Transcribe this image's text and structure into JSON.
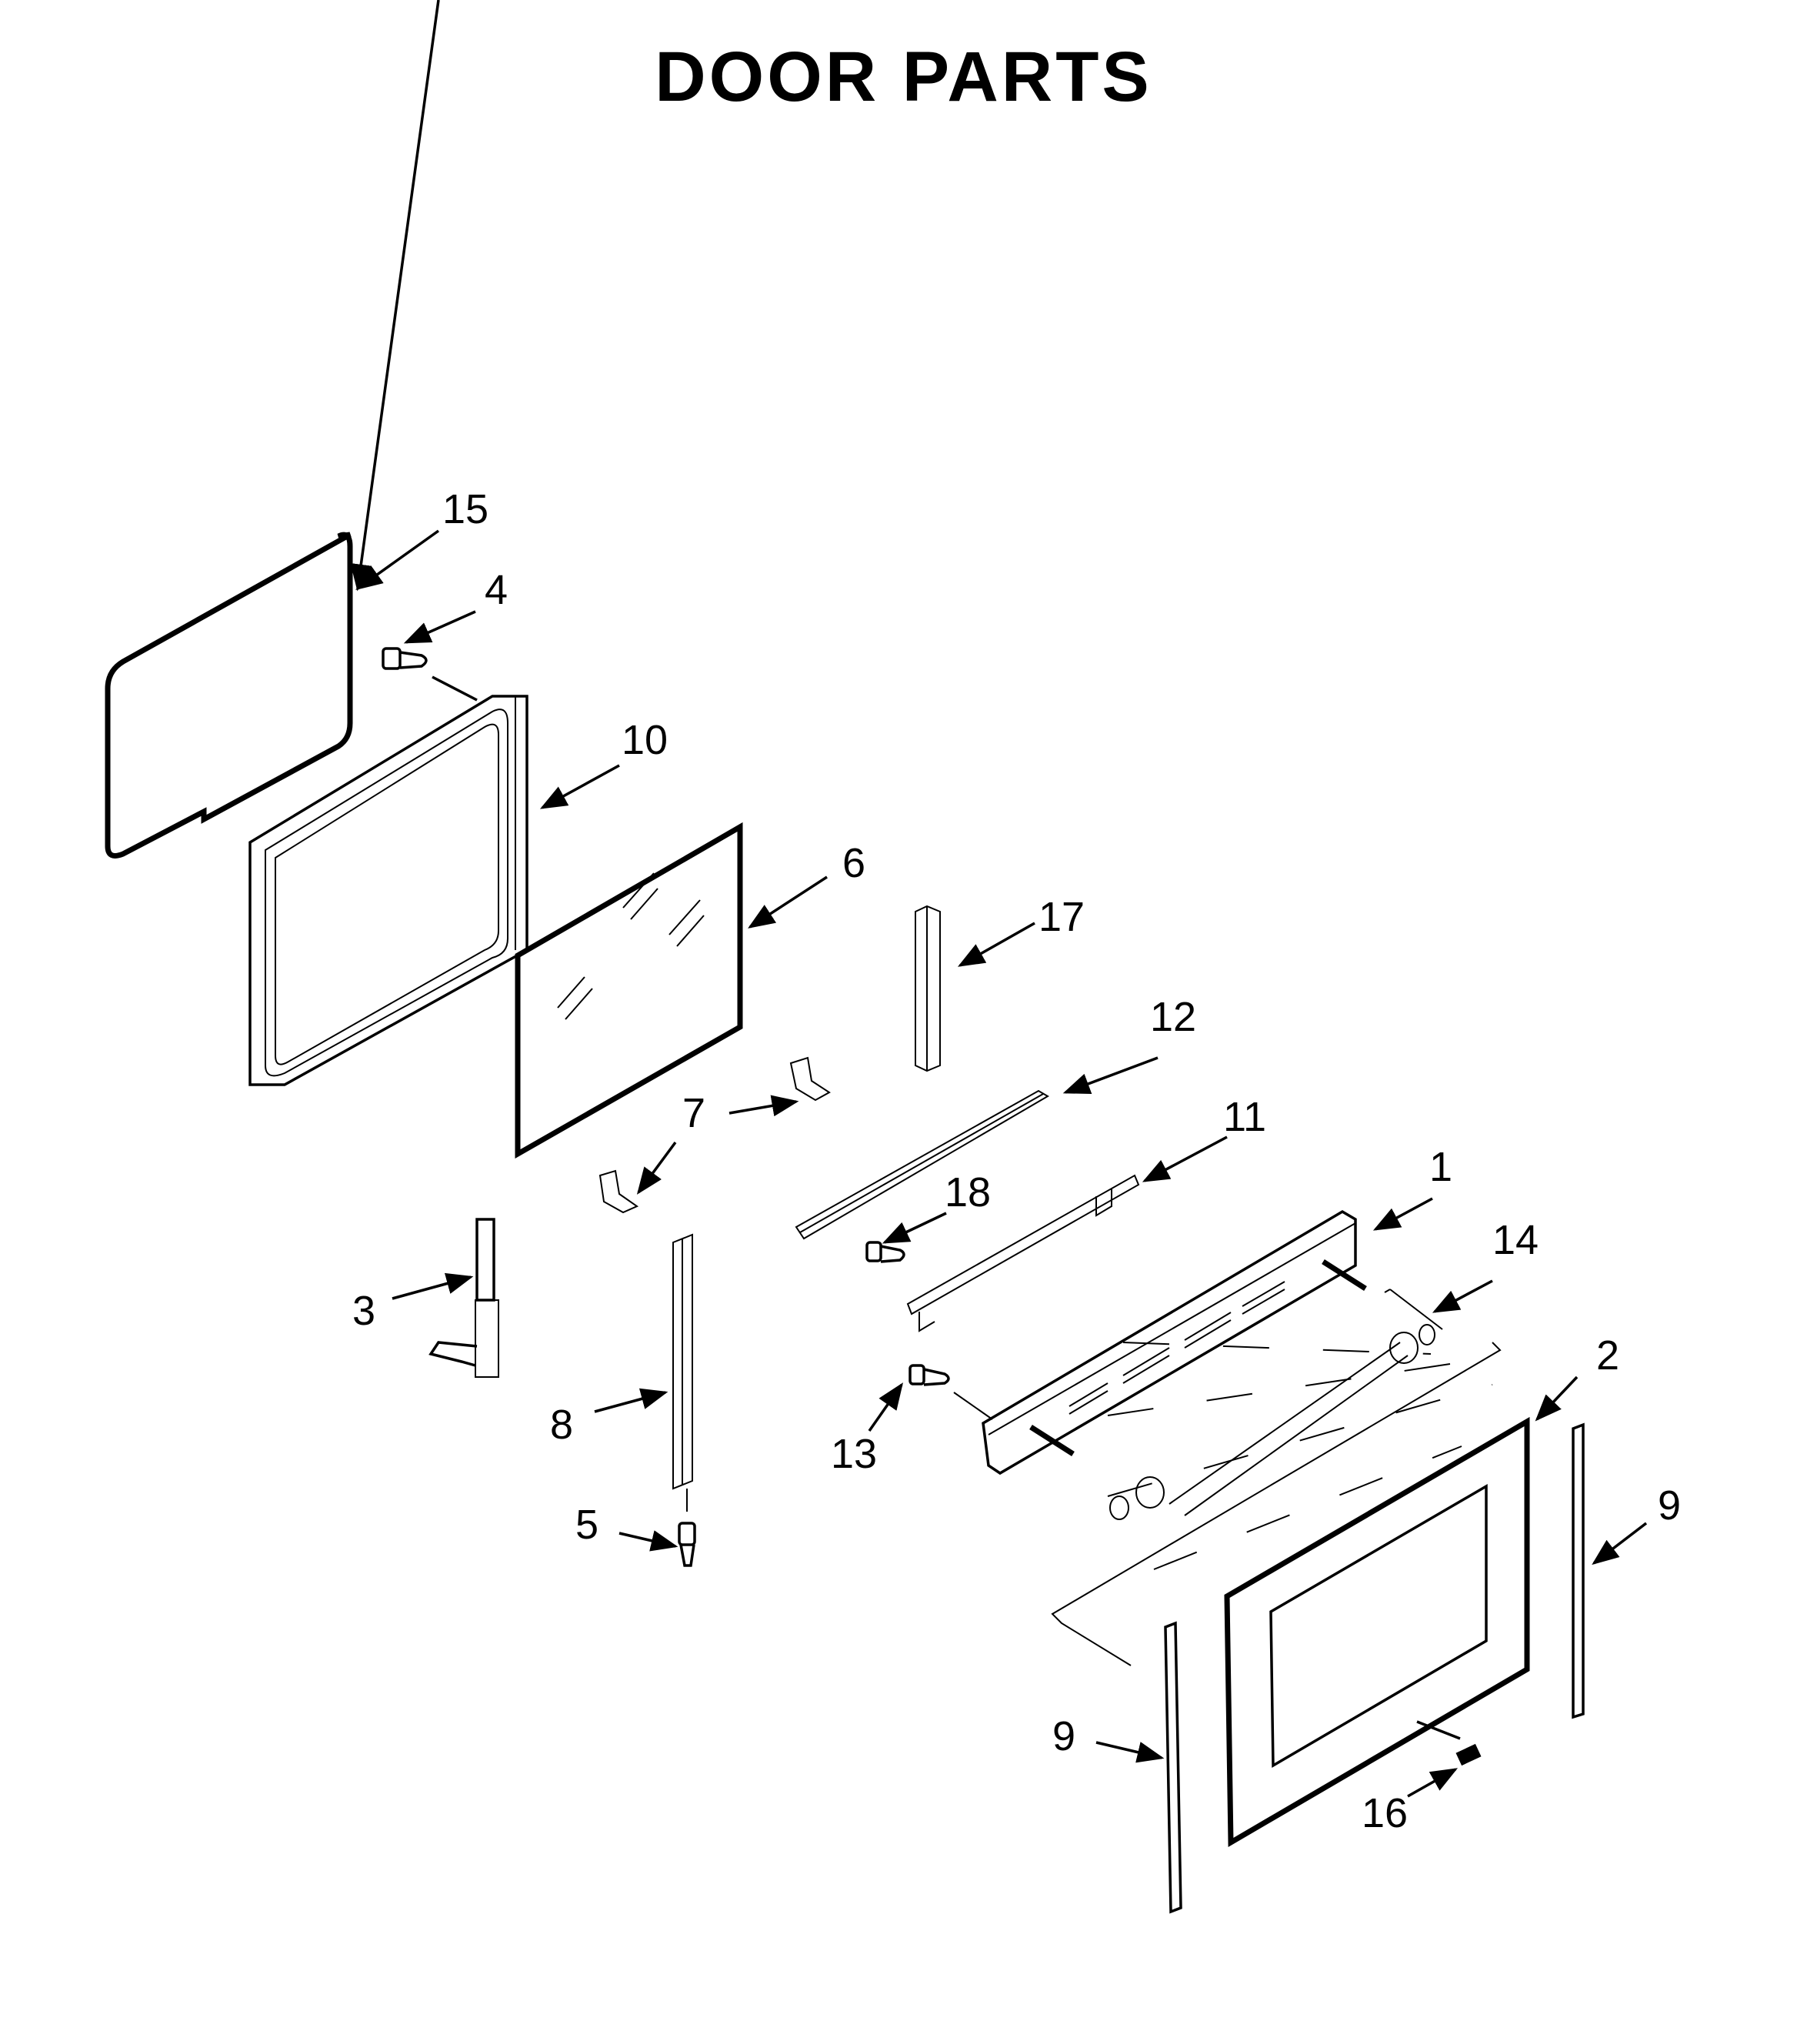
{
  "title": "DOOR PARTS",
  "callouts": [
    {
      "id": "1",
      "label": "1"
    },
    {
      "id": "2",
      "label": "2"
    },
    {
      "id": "3",
      "label": "3"
    },
    {
      "id": "4",
      "label": "4"
    },
    {
      "id": "5",
      "label": "5"
    },
    {
      "id": "6",
      "label": "6"
    },
    {
      "id": "7",
      "label": "7"
    },
    {
      "id": "8",
      "label": "8"
    },
    {
      "id": "9a",
      "label": "9"
    },
    {
      "id": "9b",
      "label": "9"
    },
    {
      "id": "10",
      "label": "10"
    },
    {
      "id": "11",
      "label": "11"
    },
    {
      "id": "12",
      "label": "12"
    },
    {
      "id": "13",
      "label": "13"
    },
    {
      "id": "14",
      "label": "14"
    },
    {
      "id": "15",
      "label": "15"
    },
    {
      "id": "16",
      "label": "16"
    },
    {
      "id": "17",
      "label": "17"
    },
    {
      "id": "18",
      "label": "18"
    }
  ]
}
